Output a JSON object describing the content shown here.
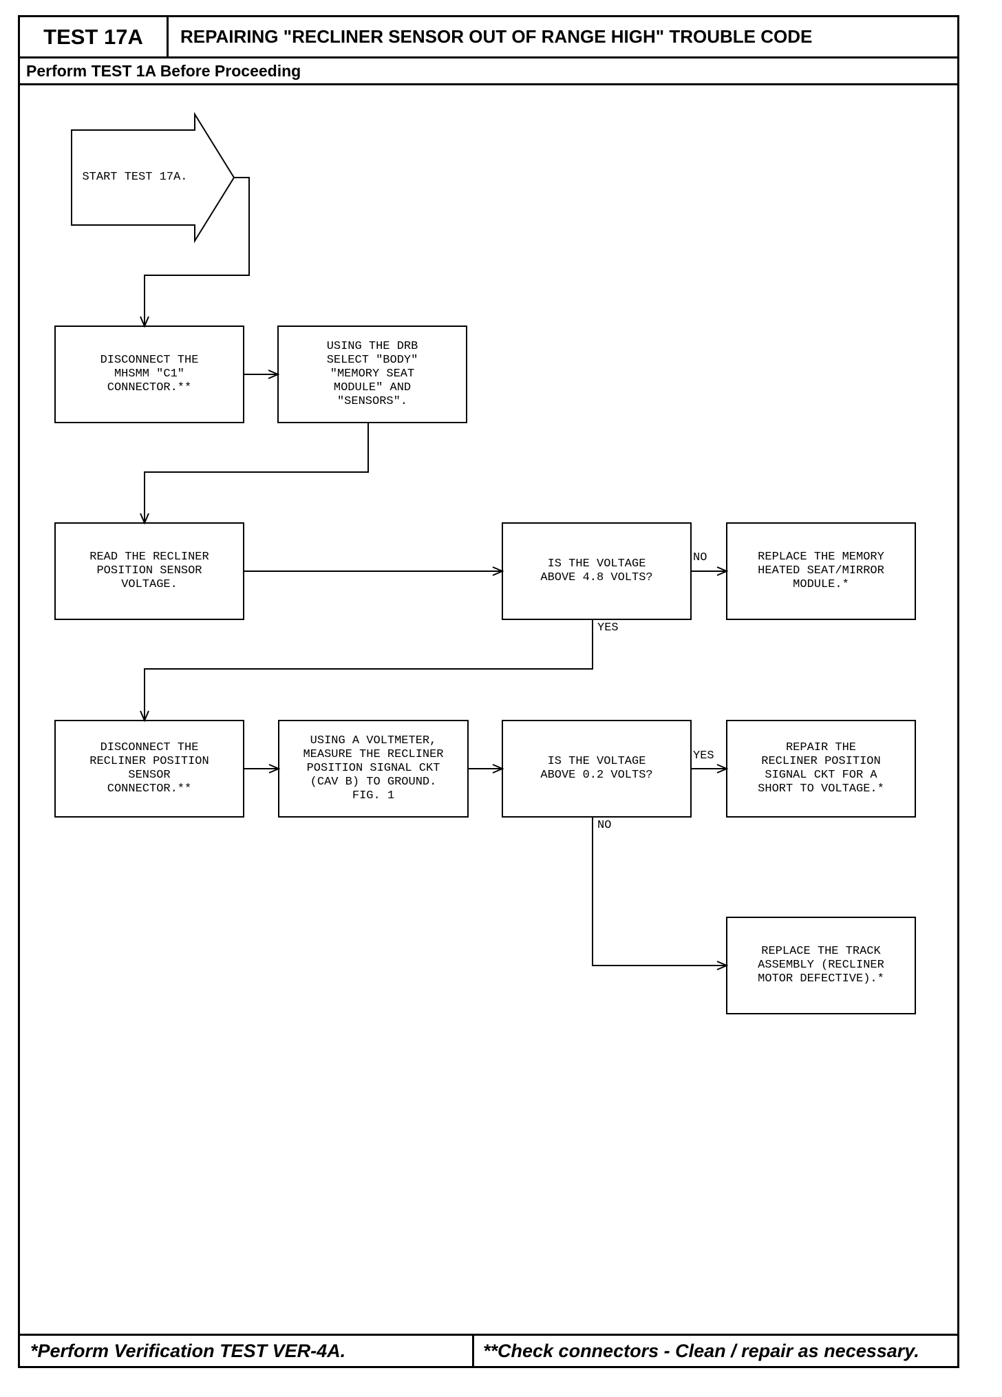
{
  "header": {
    "test_id": "TEST 17A",
    "title": "REPAIRING \"RECLINER SENSOR OUT OF RANGE HIGH\" TROUBLE CODE",
    "subtitle": "Perform TEST 1A Before Proceeding"
  },
  "flowchart": {
    "start": "START TEST 17A.",
    "disconnect_c1": "DISCONNECT THE\nMHSMM \"C1\"\nCONNECTOR.**",
    "using_drb": "USING THE DRB\nSELECT \"BODY\"\n\"MEMORY SEAT\nMODULE\" AND\n\"SENSORS\".",
    "read_voltage": "READ THE RECLINER\nPOSITION SENSOR\nVOLTAGE.",
    "question_4_8": "IS THE VOLTAGE\nABOVE 4.8 VOLTS?",
    "replace_module": "REPLACE THE MEMORY\nHEATED SEAT/MIRROR\nMODULE.*",
    "disconnect_sensor": "DISCONNECT THE\nRECLINER POSITION\nSENSOR\nCONNECTOR.**",
    "using_voltmeter": "USING A VOLTMETER,\nMEASURE THE RECLINER\nPOSITION SIGNAL CKT\n(CAV B) TO GROUND.\nFIG. 1",
    "question_0_2": "IS THE VOLTAGE\nABOVE 0.2 VOLTS?",
    "repair_circuit": "REPAIR THE\nRECLINER POSITION\nSIGNAL CKT FOR A\nSHORT TO VOLTAGE.*",
    "replace_track": "REPLACE THE TRACK\nASSEMBLY (RECLINER\nMOTOR DEFECTIVE).*",
    "labels": {
      "q1_no": "NO",
      "q1_yes": "YES",
      "q2_yes": "YES",
      "q2_no": "NO"
    }
  },
  "footer": {
    "left": "*Perform Verification TEST VER-4A.",
    "right": "**Check connectors - Clean / repair as necessary."
  }
}
